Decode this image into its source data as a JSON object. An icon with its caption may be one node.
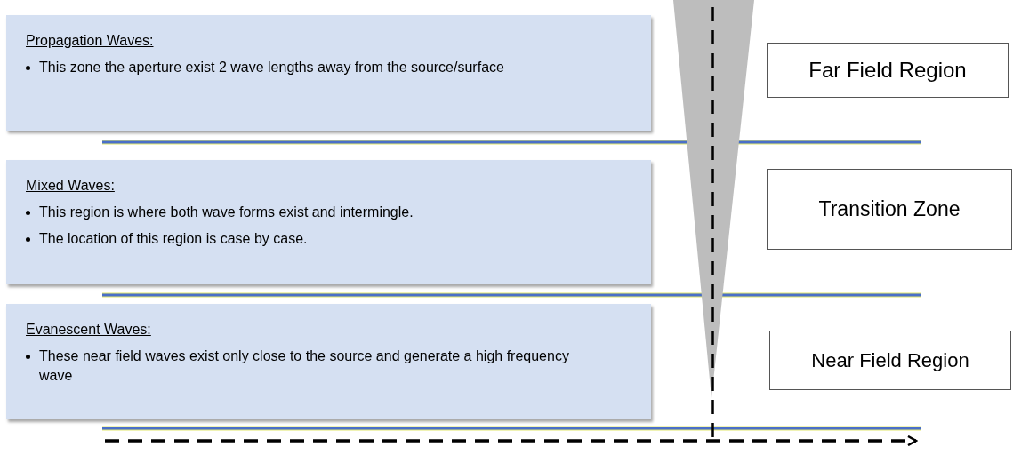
{
  "diagram": {
    "nodes": [
      {
        "text": [
          "Propagation Waves:",
          "This zone the aperture exist 2 wave lengths away from the source/surface"
        ]
      },
      {
        "text": [
          "Mixed Waves:",
          "This region is where both wave forms exist and intermingle.",
          "The location of this region is case by case."
        ]
      },
      {
        "text": [
          "Evanescent Waves:",
          "These near field waves exist only close to the source and generate a high frequency wave"
        ]
      },
      {
        "text": [
          "Far Field Region"
        ]
      },
      {
        "text": [
          "Transition Zone"
        ]
      },
      {
        "text": [
          "Near Field Region"
        ]
      }
    ],
    "edges": []
  }
}
